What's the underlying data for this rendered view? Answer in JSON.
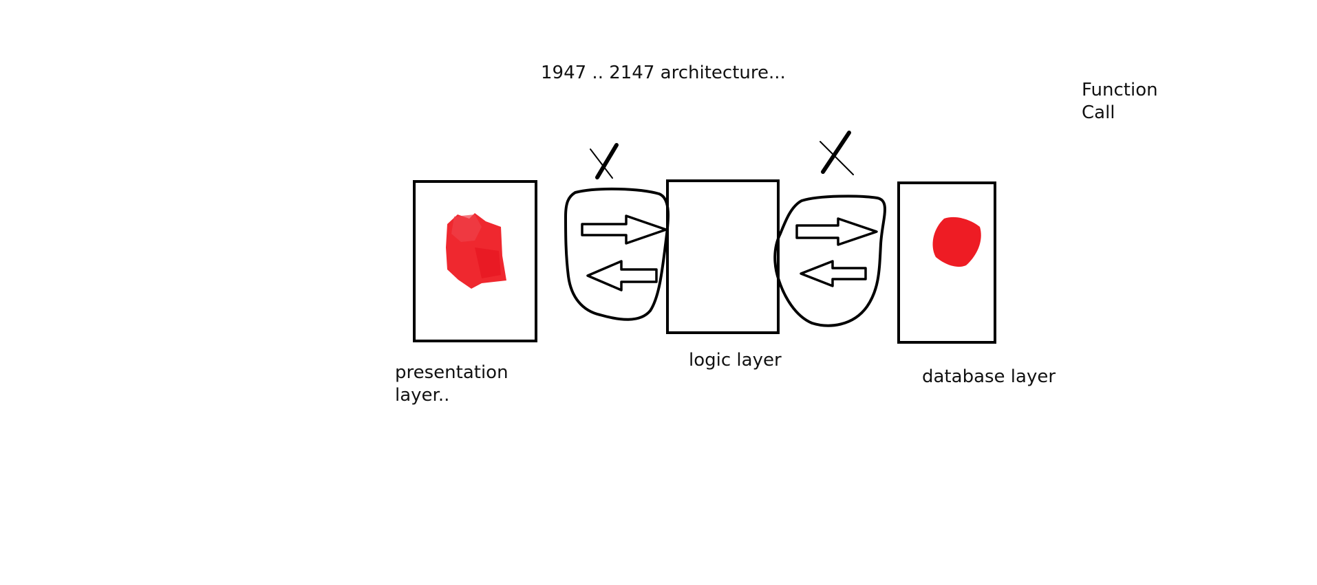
{
  "diagram": {
    "title": "1947  .. 2147 architecture...",
    "note": {
      "line1": "Function",
      "line2": "Call"
    },
    "layers": {
      "presentation": {
        "line1": "presentation",
        "line2": "layer.."
      },
      "logic": "logic layer",
      "database": "database layer"
    },
    "connectors": [
      {
        "between": "presentation-logic",
        "struck_out": true
      },
      {
        "between": "logic-database",
        "struck_out": true
      }
    ],
    "colors": {
      "stroke": "#000000",
      "mark": "#ee1c24"
    }
  }
}
